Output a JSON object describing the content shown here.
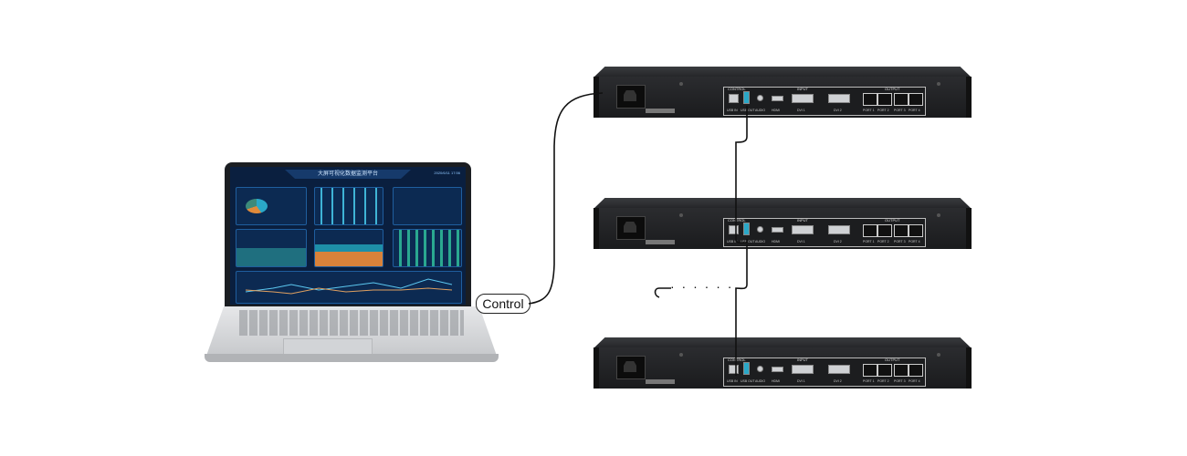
{
  "laptop": {
    "dashboard_title": "大屏可视化数据监测平台",
    "dashboard_time": "2020/6/11 17:56"
  },
  "connection": {
    "label": "Control",
    "ellipsis": "· · · · · ·"
  },
  "device": {
    "groups": {
      "control": "CONTROL",
      "input": "INPUT",
      "output": "OUTPUT"
    },
    "ports": [
      "USB IN",
      "USB OUT",
      "AUDIO",
      "HDMI",
      "DVI 1",
      "DVI 2",
      "PORT 1",
      "PORT 2",
      "PORT 3",
      "PORT 4"
    ]
  },
  "colors": {
    "cable": "#111111",
    "chassis": "#232427",
    "screen": "#0a1f3f",
    "accent": "#2aa8c8"
  }
}
